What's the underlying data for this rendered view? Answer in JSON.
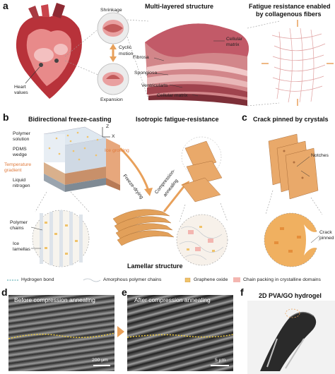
{
  "panels": {
    "a": "a",
    "b": "b",
    "c": "c",
    "d": "d",
    "e": "e",
    "f": "f"
  },
  "titles": {
    "multilayer": "Multi-layered structure",
    "fatigue": "Fatigue resistance enabled",
    "fatigue2": "by  collagenous fibers",
    "freezecast": "Bidirectional freeze-casting",
    "isotropic": "Isotropic fatigue-resistance",
    "crack": "Crack pinned by crystals",
    "lamellar": "Lamellar structure",
    "before": "Before compression annealing",
    "after": "After compression annealing",
    "hydrogel": "2D PVA/GO hydrogel"
  },
  "labels": {
    "shrinkage": "Shrinkage",
    "cyclic1": "Cyclic",
    "cyclic2": "motion",
    "expansion": "Expansion",
    "heart1": "Heart",
    "heart2": "values",
    "cell1": "Cellular",
    "cell2": "matrix",
    "fibrosa": "Fibrosa",
    "spongiosa": "Spongiosa",
    "ventricularis": "Ventricularts",
    "cellmatrix": "Cellular matrix",
    "polymer1": "Polymer",
    "polymer2": "solution",
    "pdms1": "PDMS",
    "pdms2": "wedge",
    "temp1": "Temperature",
    "temp2": "gradient",
    "liquid1": "Liquid",
    "liquid2": "nitrogen",
    "chains1": "Polymer",
    "chains2": "chains",
    "ice1": "Ice",
    "ice2": "lamellas",
    "axis_z": "Z",
    "axis_x": "X",
    "icegrow": "Ice growing",
    "freezedry": "Freeze-drying",
    "comp1": "Compression-",
    "comp2": "annealing",
    "notches": "Notches",
    "crackp1": "Crack",
    "crackp2": "pinned",
    "scale_d": "200 μm",
    "scale_e": "5 μm"
  },
  "legend": {
    "hbond": "Hydrogen bond",
    "amorph": "Amorphous polymer chains",
    "go": "Graphene oxide",
    "chainpack": "Chain packing in crystalline domains"
  },
  "colors": {
    "heart_red": "#c0392b",
    "accent_orange": "#e8a05a",
    "label_orange": "#e07a3c",
    "hbond_yellow": "#f4d03f"
  }
}
